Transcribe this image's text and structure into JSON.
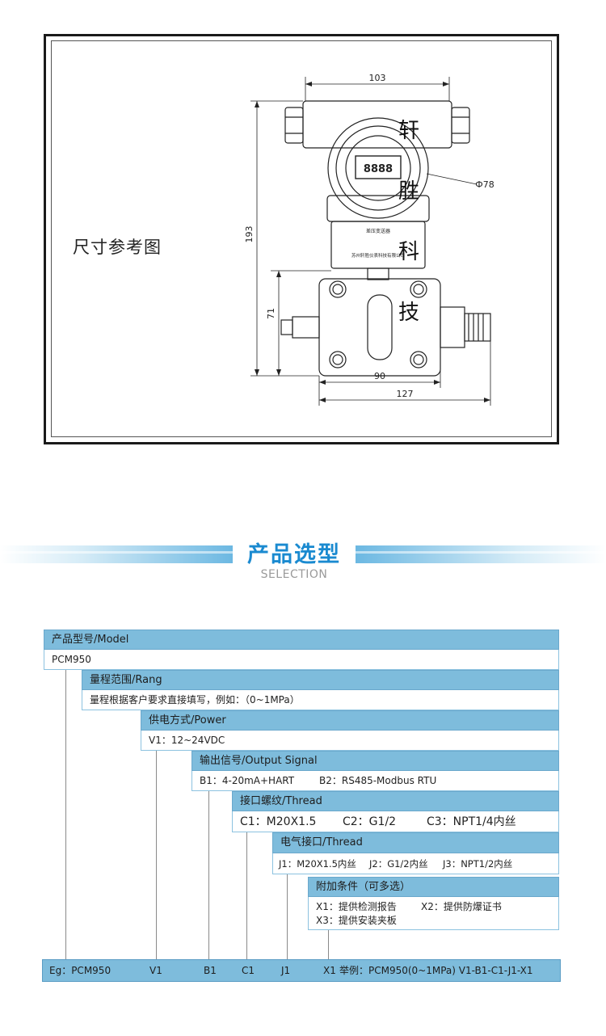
{
  "dimension_section": {
    "label": "尺寸参考图",
    "dims": {
      "top_width": "103",
      "dial_diameter": "Ф78",
      "height": "193",
      "lower_height": "71",
      "inner_width": "90",
      "bottom_width": "127"
    },
    "nameplate": "差压变送器",
    "company": "苏州轩胜仪表科技有限公司",
    "display_digits": "8888",
    "watermark": [
      "轩",
      "胜",
      "科",
      "技"
    ]
  },
  "selection_header": {
    "title": "产品选型",
    "subtitle": "SELECTION"
  },
  "selection": {
    "model": {
      "header": "产品型号/Model",
      "value": "PCM950"
    },
    "range": {
      "header": "量程范围/Rang",
      "value": "量程根据客户要求直接填写，例如：（0~1MPa）"
    },
    "power": {
      "header": "供电方式/Power",
      "value": "V1：12~24VDC"
    },
    "output": {
      "header": "输出信号/Output Signal",
      "opt1": "B1：4-20mA+HART",
      "opt2": "B2：RS485-Modbus RTU"
    },
    "thread": {
      "header": "接口螺纹/Thread",
      "opt1": "C1：M20X1.5",
      "opt2": "C2：G1/2",
      "opt3": "C3：NPT1/4内丝"
    },
    "electrical": {
      "header": "电气接口/Thread",
      "opt1": "J1：M20X1.5内丝",
      "opt2": "J2：G1/2内丝",
      "opt3": "J3：NPT1/2内丝"
    },
    "extra": {
      "header": "附加条件（可多选）",
      "opt1": "X1：提供检测报告",
      "opt2": "X2：提供防爆证书",
      "opt3": "X3：提供安装夹板"
    },
    "example": {
      "prefix": "Eg：PCM950",
      "v": "V1",
      "b": "B1",
      "c": "C1",
      "j": "J1",
      "x": "X1",
      "text": "举例：PCM950(0~1MPa) V1-B1-C1-J1-X1"
    }
  }
}
